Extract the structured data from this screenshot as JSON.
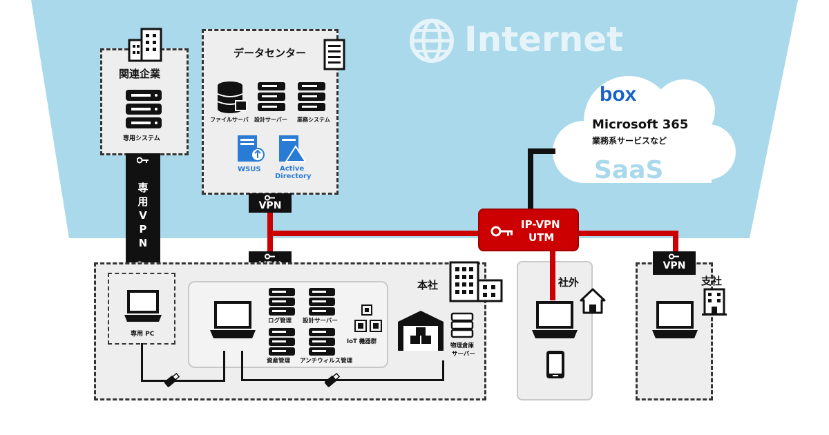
{
  "internet": {
    "label": "Internet"
  },
  "saas": {
    "label": "SaaS",
    "box_logo": "box",
    "service1": "Microsoft 365",
    "service2": "業務系サービスなど"
  },
  "affiliate": {
    "title": "関連企業",
    "system": "専用システム"
  },
  "datacenter": {
    "title": "データセンター",
    "servers": [
      "ファイルサーバ",
      "設計サーバー",
      "業務システム"
    ],
    "apps": [
      "WSUS",
      "Active",
      "Directory"
    ]
  },
  "dedicated_vpn": {
    "label": "専用VPN"
  },
  "vpn": {
    "label": "VPN"
  },
  "ipvpn": {
    "line1": "IP-VPN",
    "line2": "UTM"
  },
  "hq": {
    "title": "本社",
    "dedicated_pc": "専用 PC",
    "servers": [
      "ログ管理",
      "設計サーバー",
      "資産管理",
      "アンチウィルス管理"
    ],
    "iot": "IoT 機器群",
    "warehouse_line1": "物理倉庫",
    "warehouse_line2": "サーバー"
  },
  "remote": {
    "title": "社外"
  },
  "branch": {
    "title": "支社"
  },
  "colors": {
    "sky": "#a9d9eb",
    "red": "#cc0000",
    "black": "#111111",
    "panel": "#eeeeee"
  }
}
